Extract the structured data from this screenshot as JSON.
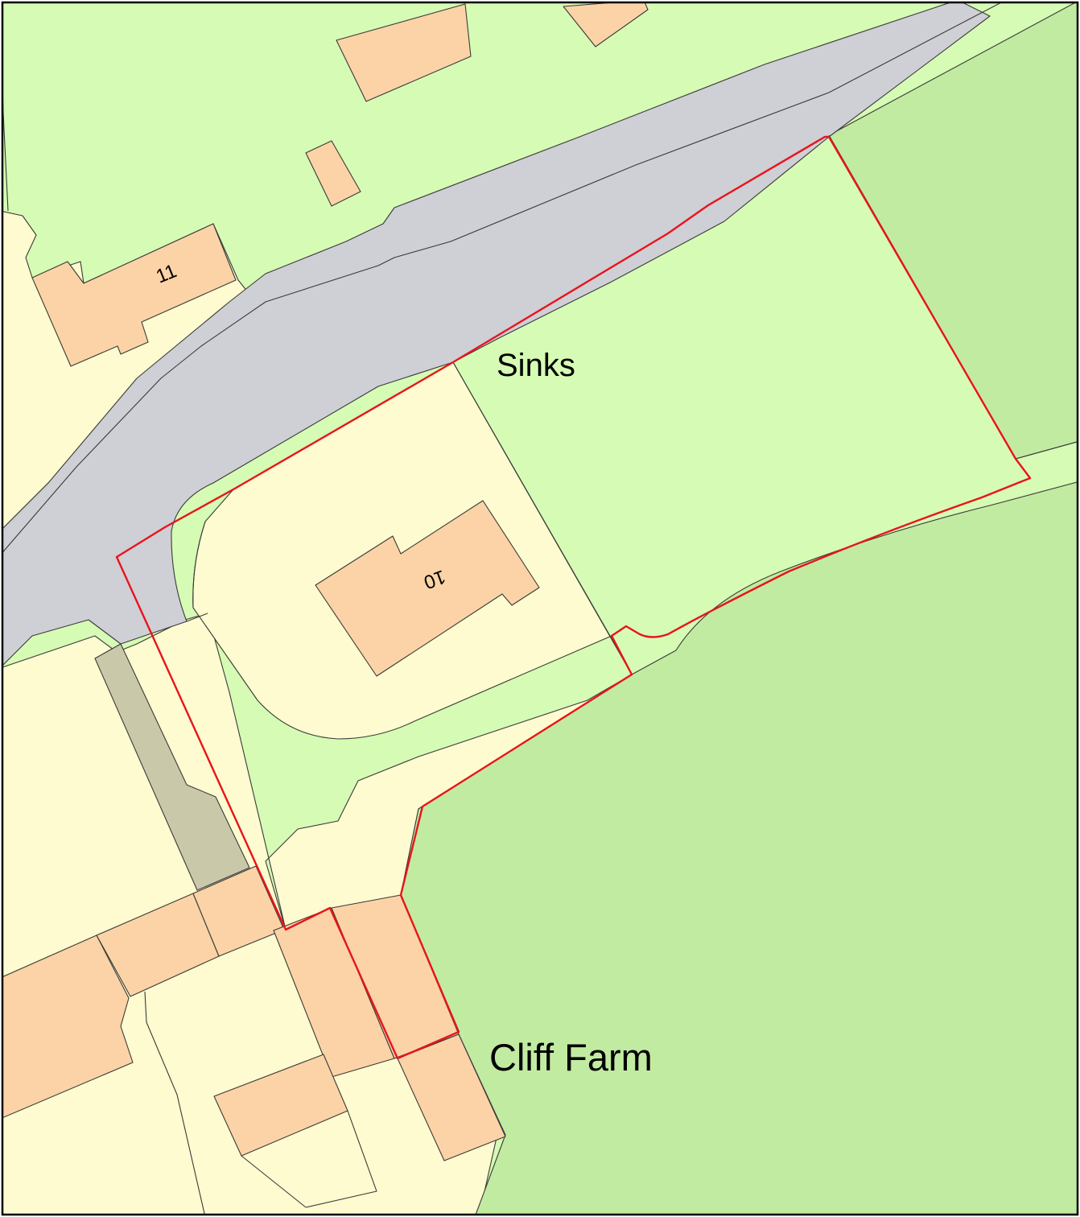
{
  "labels": {
    "sinks": "Sinks",
    "cliff_farm": "Cliff Farm",
    "house_11": "11",
    "house_10": "10"
  },
  "colors": {
    "grass": "#d6fbb4",
    "field": "#c2eba2",
    "garden": "#fdfbcf",
    "road": "#cfcfd6",
    "path": "#c9c8a9",
    "building": "#fbd3a6",
    "boundary": "#e8141c",
    "line": "#3a3a3a"
  }
}
